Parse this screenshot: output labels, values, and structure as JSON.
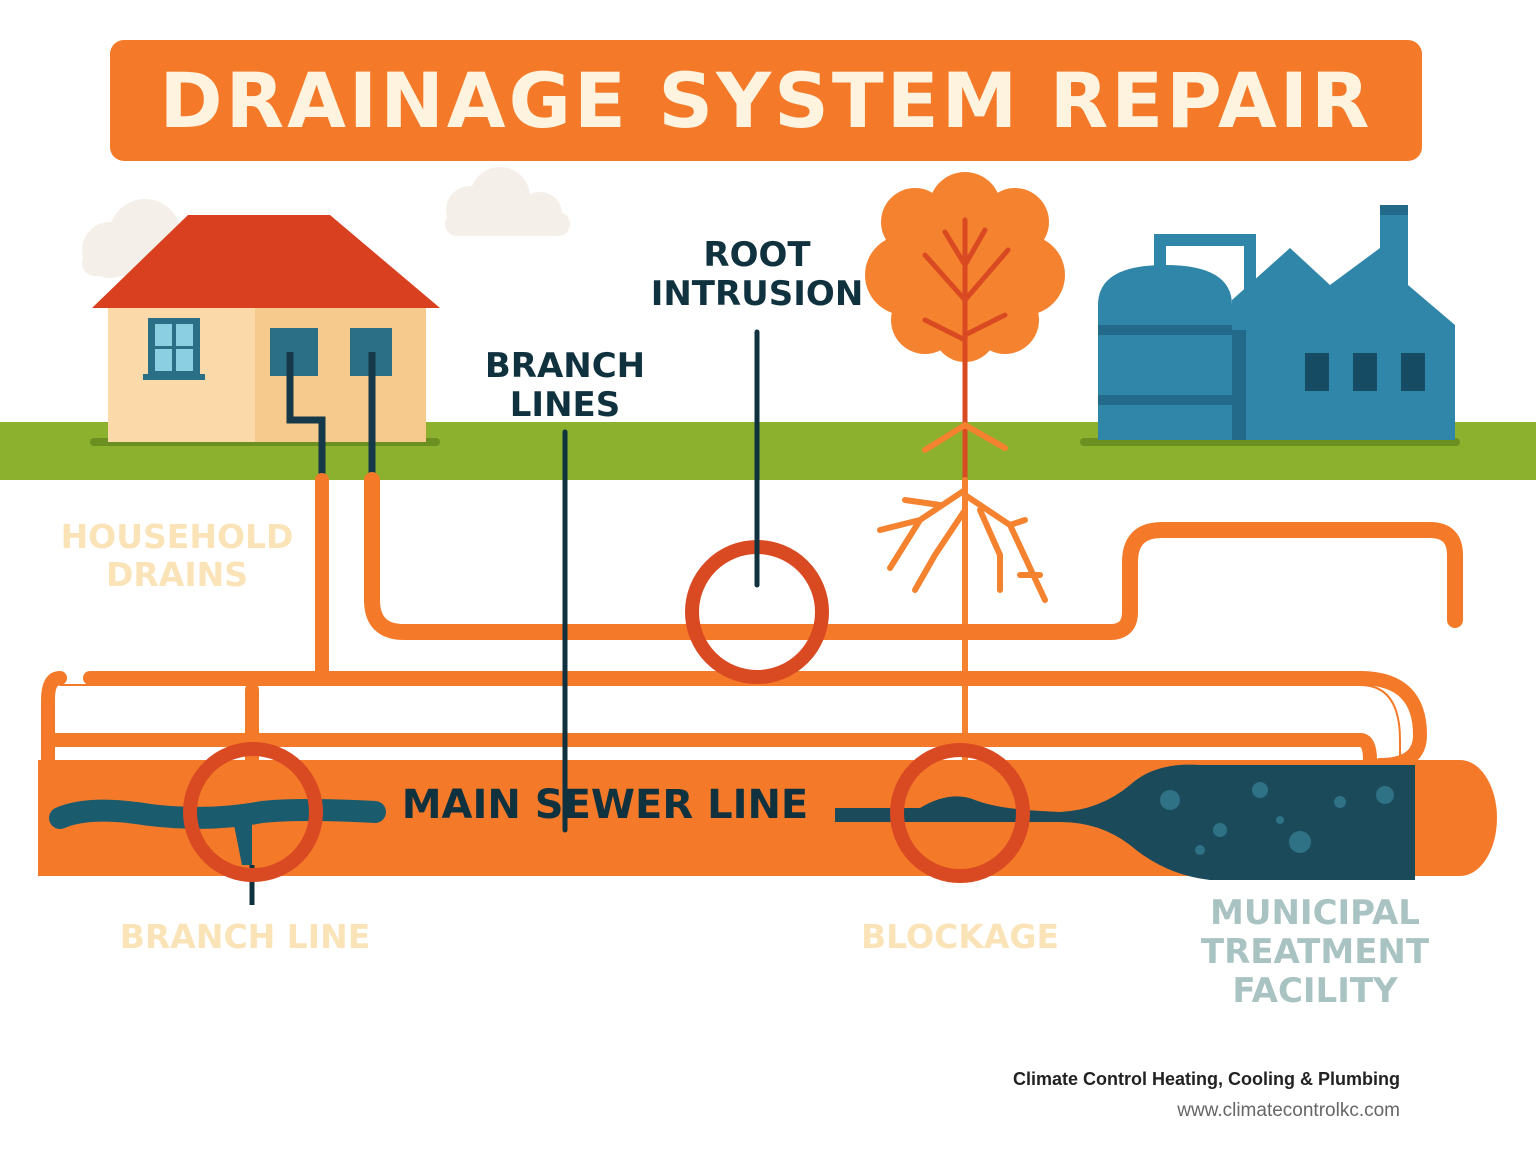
{
  "title": "DRAINAGE SYSTEM REPAIR",
  "labels": {
    "root_intrusion": [
      "ROOT",
      "INTRUSION"
    ],
    "branch_lines": [
      "BRANCH",
      "LINES"
    ],
    "household_drains": [
      "HOUSEHOLD",
      "DRAINS"
    ],
    "main_sewer_line": "MAIN SEWER LINE",
    "branch_line": "BRANCH LINE",
    "blockage": "BLOCKAGE",
    "municipal_facility": [
      "MUNICIPAL",
      "TREATMENT",
      "FACILITY"
    ]
  },
  "footer": {
    "company": "Climate Control Heating, Cooling & Plumbing",
    "url": "www.climatecontrolkc.com"
  },
  "icons": {
    "house": "house-icon",
    "tree": "tree-icon",
    "factory": "treatment-facility-icon",
    "clouds": "cloud-icon",
    "markers": "problem-circle-marker"
  },
  "colors": {
    "orange": "#f47a2a",
    "pipe_orange": "#f47a2a",
    "marker_red": "#d94a22",
    "navy": "#10323f",
    "blockage_fill": "#1b4b5a",
    "grass": "#8bb12e",
    "house_wall": "#fbd9a8",
    "house_roof": "#d8401f",
    "facility_blue": "#2f86a8",
    "cream_text": "#fdf3de",
    "peach_text": "#fbe3b8",
    "gray_text": "#a9c3c2"
  }
}
